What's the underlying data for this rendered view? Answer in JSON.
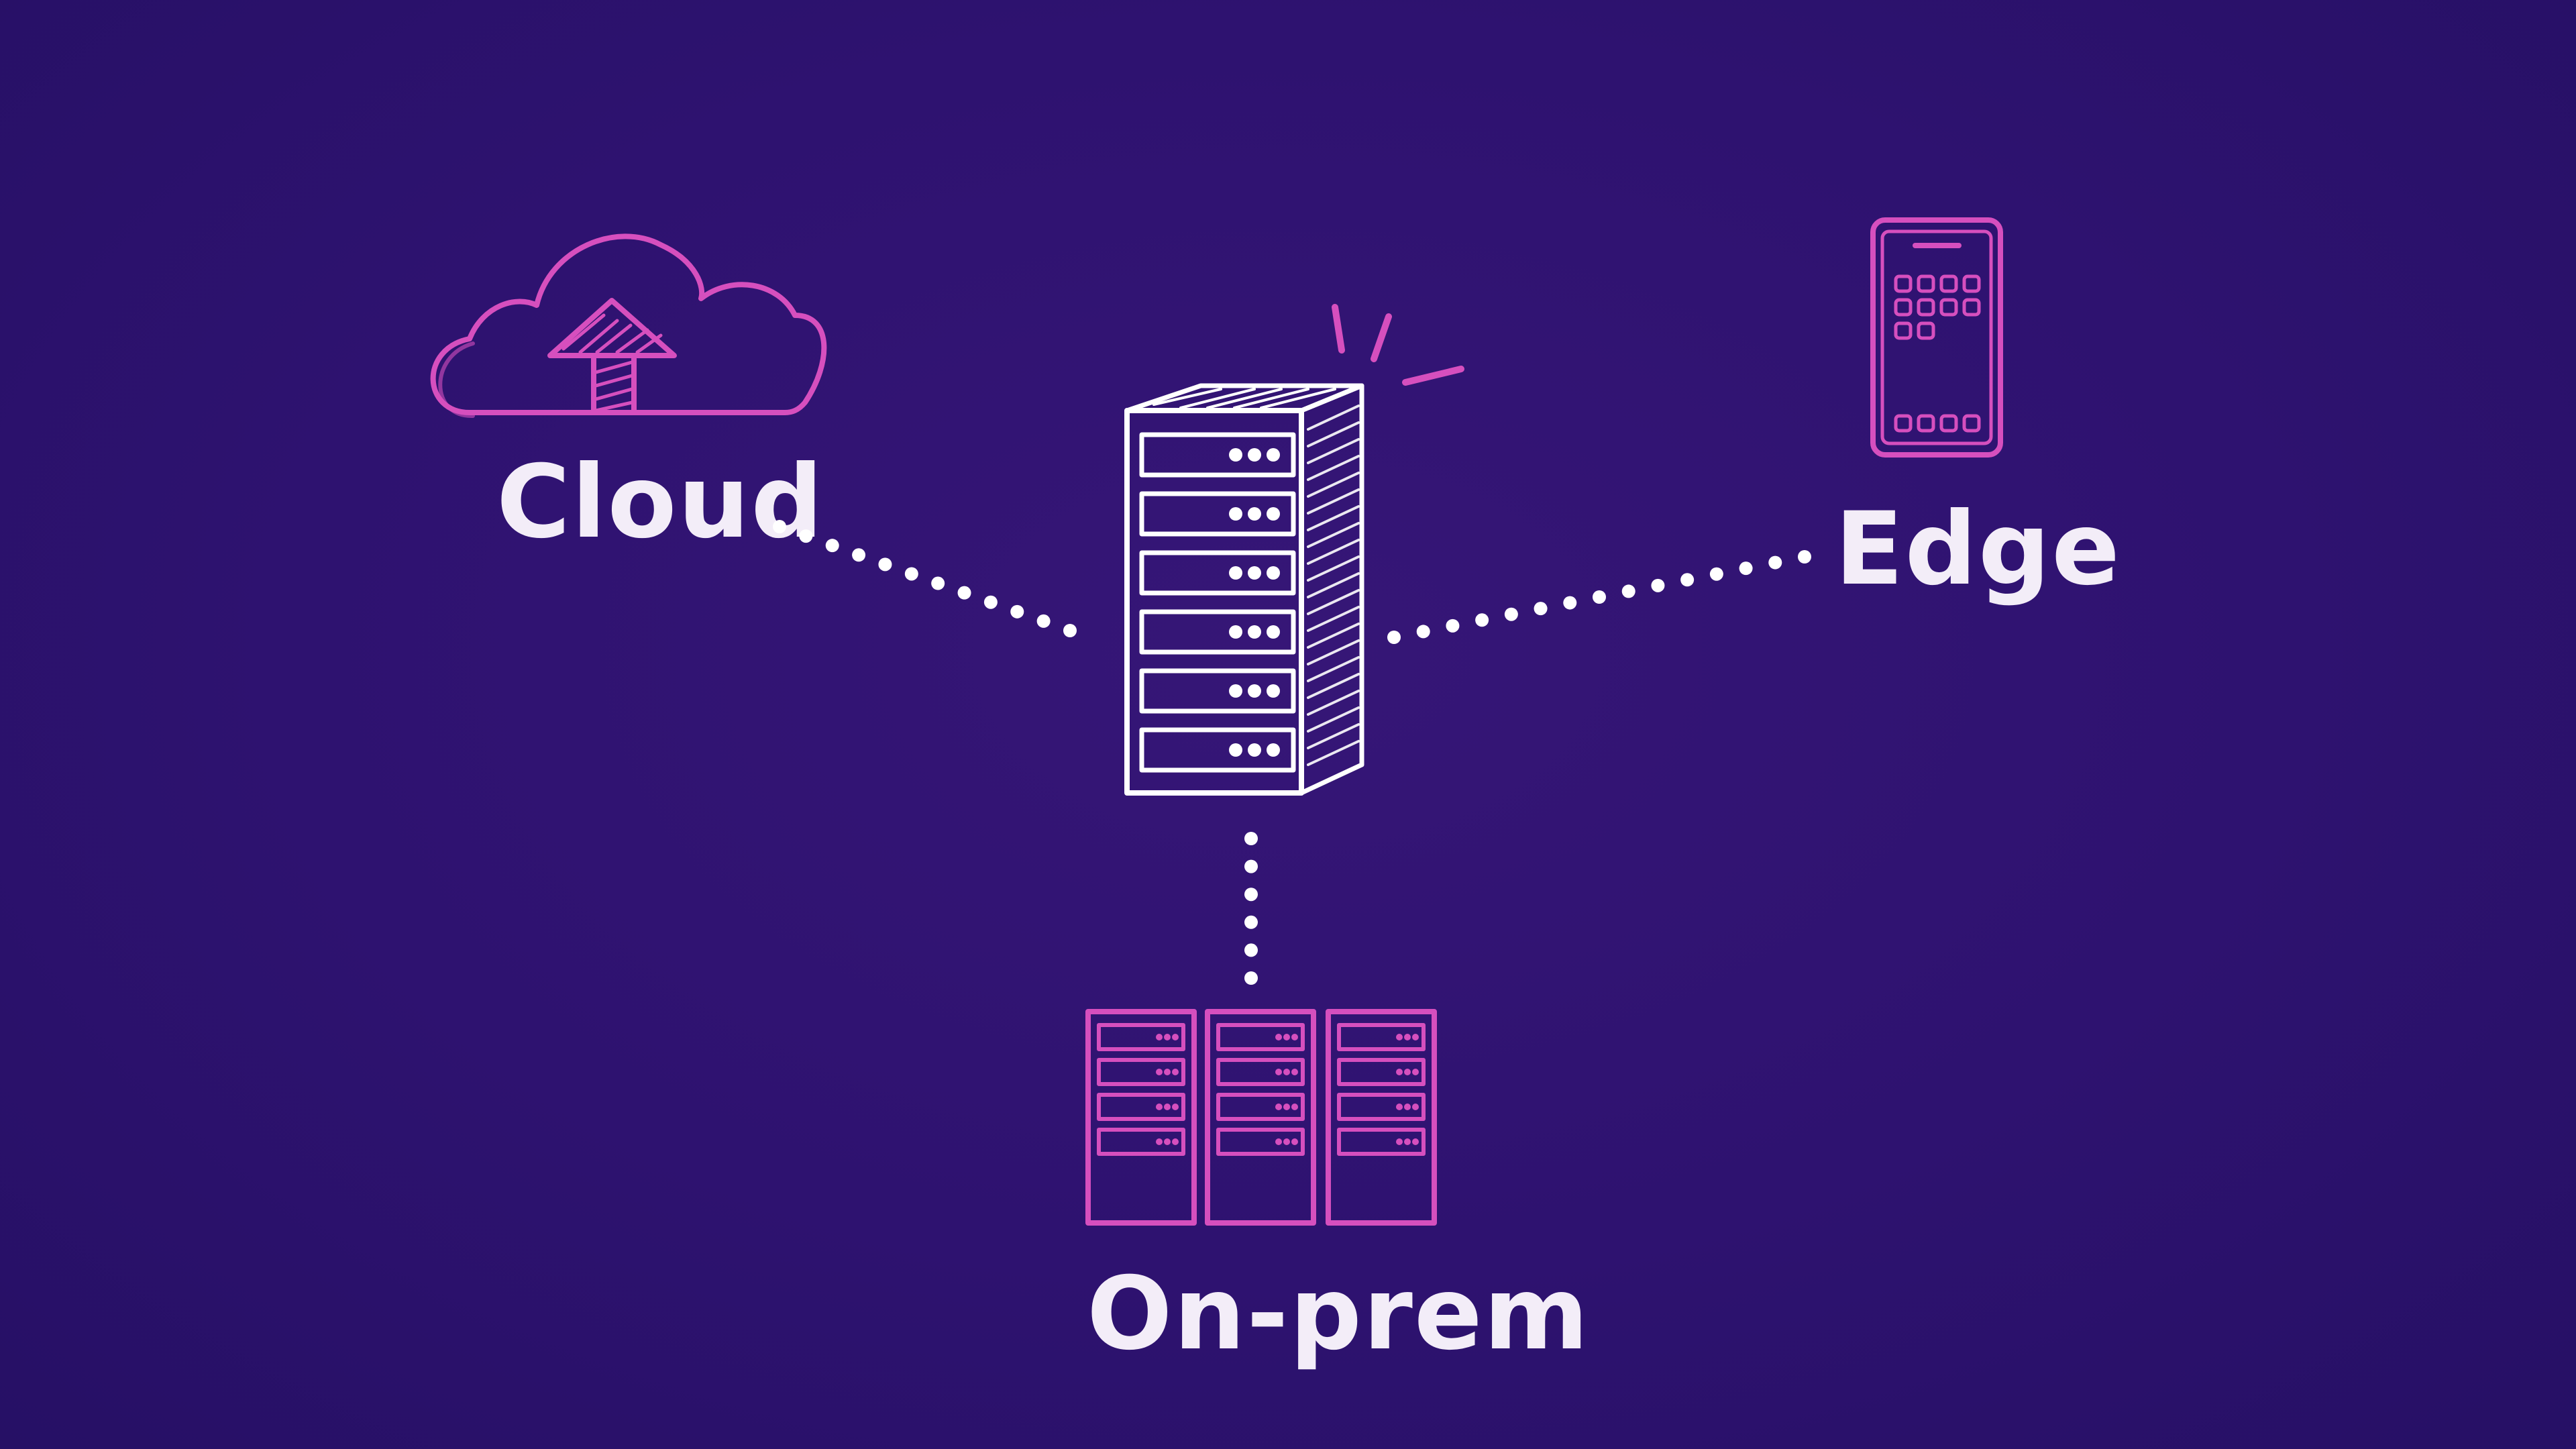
{
  "diagram": {
    "nodes": [
      {
        "id": "cloud",
        "label": "Cloud",
        "icon": "cloud-upload-icon"
      },
      {
        "id": "edge",
        "label": "Edge",
        "icon": "smartphone-icon"
      },
      {
        "id": "on-prem",
        "label": "On-prem",
        "icon": "server-racks-icon"
      },
      {
        "id": "hub",
        "label": "",
        "icon": "server-tower-icon"
      }
    ],
    "edges": [
      {
        "from": "hub",
        "to": "cloud",
        "style": "dotted"
      },
      {
        "from": "hub",
        "to": "edge",
        "style": "dotted"
      },
      {
        "from": "hub",
        "to": "on-prem",
        "style": "dotted"
      }
    ]
  },
  "colors": {
    "background": "#2e1270",
    "accent": "#d64fbe",
    "line": "#ffffff",
    "label": "#f3edf8"
  }
}
